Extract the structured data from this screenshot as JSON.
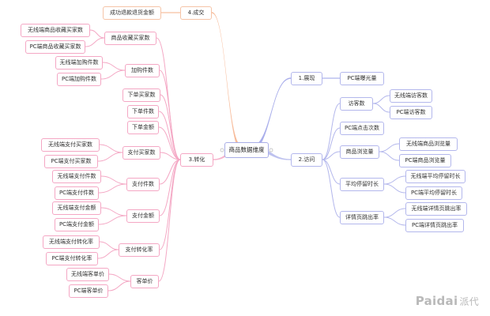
{
  "root": "商品数据维度",
  "branches": [
    {
      "id": "show",
      "label": "1.展现",
      "children": [
        {
          "label": "PC端曝光量"
        }
      ]
    },
    {
      "id": "visit",
      "label": "2.访问",
      "children": [
        {
          "label": "访客数",
          "children": [
            {
              "label": "无线端访客数"
            },
            {
              "label": "PC端访客数"
            }
          ]
        },
        {
          "label": "PC端点击次数"
        },
        {
          "label": "商品浏览量",
          "children": [
            {
              "label": "无线端商品浏览量"
            },
            {
              "label": "PC端商品浏览量"
            }
          ]
        },
        {
          "label": "平均停留时长",
          "children": [
            {
              "label": "无线端平均停留时长"
            },
            {
              "label": "PC端平均停留时长"
            }
          ]
        },
        {
          "label": "详情页跳出率",
          "children": [
            {
              "label": "无线端详情页跳出率"
            },
            {
              "label": "PC端详情页跳出率"
            }
          ]
        }
      ]
    },
    {
      "id": "convert",
      "label": "3.转化",
      "children": [
        {
          "label": "商品收藏买家数",
          "children": [
            {
              "label": "无线端商品收藏买家数"
            },
            {
              "label": "PC端商品收藏买家数"
            }
          ]
        },
        {
          "label": "加购件数",
          "children": [
            {
              "label": "无线端加购件数"
            },
            {
              "label": "PC端加购件数"
            }
          ]
        },
        {
          "label": "下单买家数"
        },
        {
          "label": "下单件数"
        },
        {
          "label": "下单金额"
        },
        {
          "label": "支付买家数",
          "children": [
            {
              "label": "无线端支付买家数"
            },
            {
              "label": "PC端支付买家数"
            }
          ]
        },
        {
          "label": "支付件数",
          "children": [
            {
              "label": "无线端支付件数"
            },
            {
              "label": "PC端支付件数"
            }
          ]
        },
        {
          "label": "支付金额",
          "children": [
            {
              "label": "无线端支付金额"
            },
            {
              "label": "PC端支付金额"
            }
          ]
        },
        {
          "label": "支付转化率",
          "children": [
            {
              "label": "无线端支付转化率"
            },
            {
              "label": "PC端支付转化率"
            }
          ]
        },
        {
          "label": "客单价",
          "children": [
            {
              "label": "无线端客单价"
            },
            {
              "label": "PC端客单价"
            }
          ]
        }
      ]
    },
    {
      "id": "deal",
      "label": "4.成交",
      "children": [
        {
          "label": "成功退款退货金额"
        }
      ]
    }
  ],
  "colors": {
    "show": "#9aa0e8",
    "visit": "#b3b7ec",
    "convert": "#f4a7c4",
    "deal": "#f6b08a"
  },
  "watermark": {
    "latin": "Paidai",
    "cjk": "派代"
  }
}
